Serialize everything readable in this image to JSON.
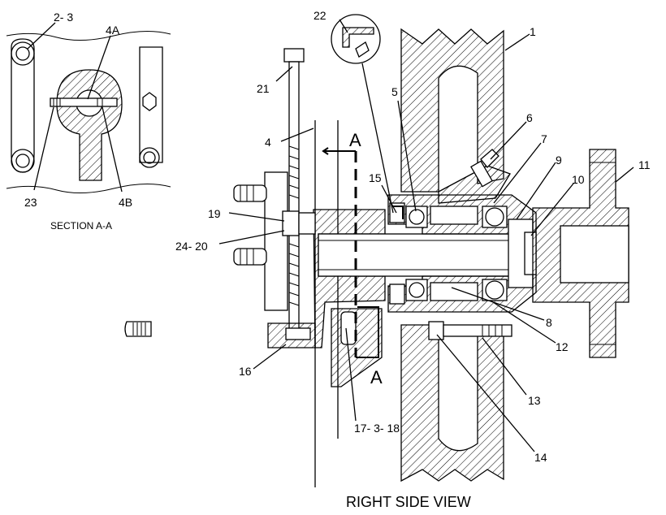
{
  "view_title": "RIGHT SIDE VIEW",
  "section_title": "SECTION A-A",
  "section_marks": [
    "A",
    "A"
  ],
  "callouts": [
    {
      "id": "c1",
      "text": "1"
    },
    {
      "id": "c2-3",
      "text": "2- 3"
    },
    {
      "id": "c4a",
      "text": "4A"
    },
    {
      "id": "c4b",
      "text": "4B"
    },
    {
      "id": "c4",
      "text": "4"
    },
    {
      "id": "c5",
      "text": "5"
    },
    {
      "id": "c6",
      "text": "6"
    },
    {
      "id": "c7",
      "text": "7"
    },
    {
      "id": "c8",
      "text": "8"
    },
    {
      "id": "c9",
      "text": "9"
    },
    {
      "id": "c10",
      "text": "10"
    },
    {
      "id": "c11",
      "text": "11"
    },
    {
      "id": "c12",
      "text": "12"
    },
    {
      "id": "c13",
      "text": "13"
    },
    {
      "id": "c14",
      "text": "14"
    },
    {
      "id": "c15",
      "text": "15"
    },
    {
      "id": "c16",
      "text": "16"
    },
    {
      "id": "c17-3-18",
      "text": "17- 3- 18"
    },
    {
      "id": "c19",
      "text": "19"
    },
    {
      "id": "c21",
      "text": "21"
    },
    {
      "id": "c22",
      "text": "22"
    },
    {
      "id": "c23",
      "text": "23"
    },
    {
      "id": "c24-20",
      "text": "24- 20"
    }
  ]
}
